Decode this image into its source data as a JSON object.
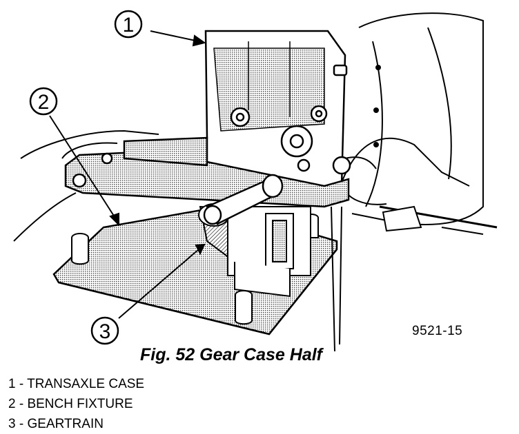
{
  "figure": {
    "callouts": [
      {
        "number": "1"
      },
      {
        "number": "2"
      },
      {
        "number": "3"
      }
    ],
    "figure_id": "9521-15",
    "caption": "Fig. 52 Gear Case Half"
  },
  "legend": [
    {
      "text": "1 - TRANSAXLE CASE"
    },
    {
      "text": "2 - BENCH FIXTURE"
    },
    {
      "text": "3 - GEARTRAIN"
    }
  ],
  "colors": {
    "ink": "#000000",
    "paper": "#ffffff",
    "shade": "#9a9a9a"
  }
}
